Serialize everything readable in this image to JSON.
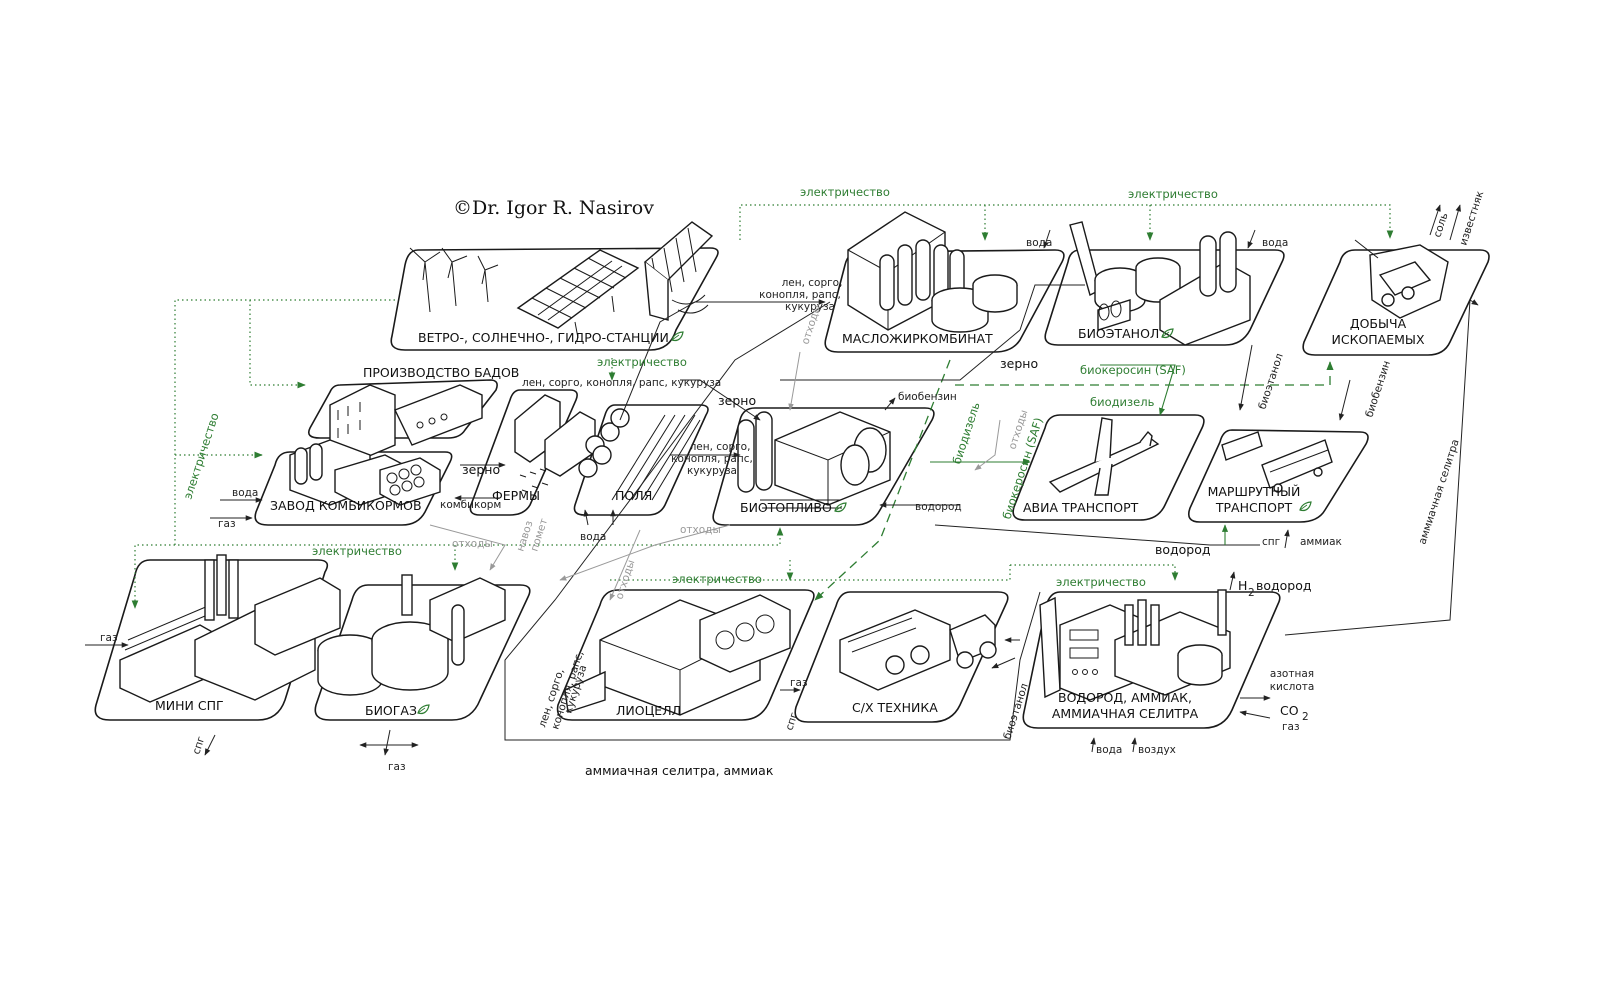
{
  "copyright": "©Dr. Igor R. Nasirov",
  "plates": {
    "renewables": "ВЕТРО-, СОЛНЕЧНО-, ГИДРО-СТАНЦИИ",
    "oil_plant": "МАСЛОЖИРКОМБИНАТ",
    "bioethanol": "БИОЭТАНОЛ",
    "mining_1": "ДОБЫЧА",
    "mining_2": "ИСКОПАЕМЫХ",
    "supplements": "ПРОИЗВОДСТВО БАДОВ",
    "feed_mill": "ЗАВОД КОМБИКОРМОВ",
    "farms": "ФЕРМЫ",
    "fields": "ПОЛЯ",
    "biofuel": "БИОТОПЛИВО",
    "aviation": "АВИА ТРАНСПОРТ",
    "route_1": "МАРШРУТНЫЙ",
    "route_2": "ТРАНСПОРТ",
    "mini_lng": "МИНИ СПГ",
    "biogas": "БИОГАЗ",
    "lyocell": "ЛИОЦЕЛЛ",
    "agri_machinery": "С/Х ТЕХНИКА",
    "hydrogen_1": "ВОДОРОД, АММИАК,",
    "hydrogen_2": "АММИАЧНАЯ СЕЛИТРА"
  },
  "flows": {
    "electricity": "электричество",
    "water": "вода",
    "air": "воздух",
    "grain": "зерно",
    "gas": "газ",
    "lng": "спг",
    "waste": "отходы",
    "manure": "навоз",
    "dung": "помет",
    "compound_feed": "комбикорм",
    "crops": "лен, сорго, конопля, рапс, кукуруза",
    "crops_l1": "лен, сорго,",
    "crops_l2": "конопля, рапс,",
    "crops_l3": "кукуруза",
    "biogasoline": "биобензин",
    "biodiesel": "биодизель",
    "biokerosene": "биокеросин (SAF)",
    "bioethanol_flow": "биоэтанол",
    "hydrogen": "водород",
    "h2": "H",
    "h2_sub": "2",
    "ammonia": "аммиак",
    "nitric_1": "азотная",
    "nitric_2": "кислота",
    "co2": "CO",
    "co2_sub": "2",
    "salt": "соль",
    "limestone": "известняк",
    "ammonium_nitrate": "аммиачная селитра",
    "ammonium_nitrate_ammonia": "аммиачная селитра, аммиак"
  },
  "colors": {
    "line": "#1a1a1a",
    "green": "#2e7d32",
    "gray": "#999999"
  },
  "icons": [
    "leaf-icon",
    "wind-turbine-icon",
    "solar-panel-icon",
    "hydro-dam-icon",
    "airplane-icon",
    "bus-icon",
    "combine-harvester-icon",
    "silo-icon",
    "excavator-icon",
    "tree-icon"
  ]
}
